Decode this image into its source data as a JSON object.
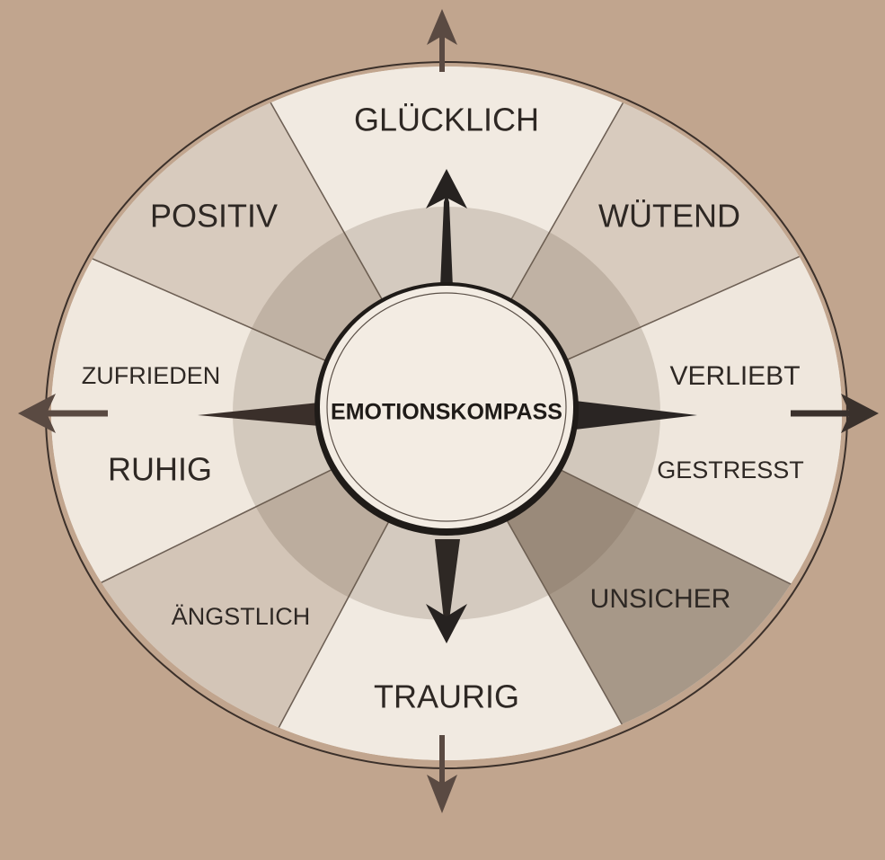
{
  "title": "EMOTIONSKOMPASS",
  "labels": {
    "top": "GLÜCKLICH",
    "upper_left": "POSITIV",
    "upper_right": "WÜTEND",
    "left_upper": "ZUFRIEDEN",
    "left_lower": "RUHIG",
    "right_upper": "VERLIEBT",
    "right_lower": "GESTRESST",
    "lower_left": "ÄNGSTLICH",
    "lower_right": "UNSICHER",
    "bottom": "TRAURIG"
  },
  "colors": {
    "background": "#c1a58e",
    "light": "#f1eae1",
    "mid": "#d8cbbe",
    "dark": "#a79888",
    "ink": "#2e2824",
    "arrow": "#5a4a42"
  }
}
